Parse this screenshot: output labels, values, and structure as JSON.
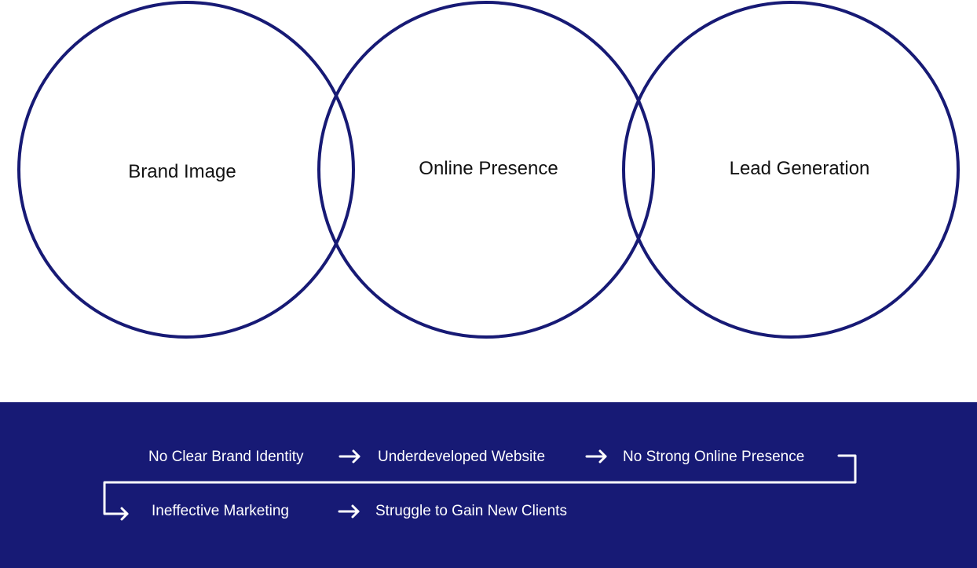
{
  "colors": {
    "navy": "#171a75",
    "text": "#111111",
    "band_text": "#ffffff"
  },
  "circles": [
    {
      "label": "Brand Image"
    },
    {
      "label": "Online Presence"
    },
    {
      "label": "Lead Generation"
    }
  ],
  "flow": {
    "steps": [
      "No Clear Brand Identity",
      "Underdeveloped Website",
      "No Strong Online Presence",
      "Ineffective Marketing",
      "Struggle to Gain New Clients"
    ]
  }
}
